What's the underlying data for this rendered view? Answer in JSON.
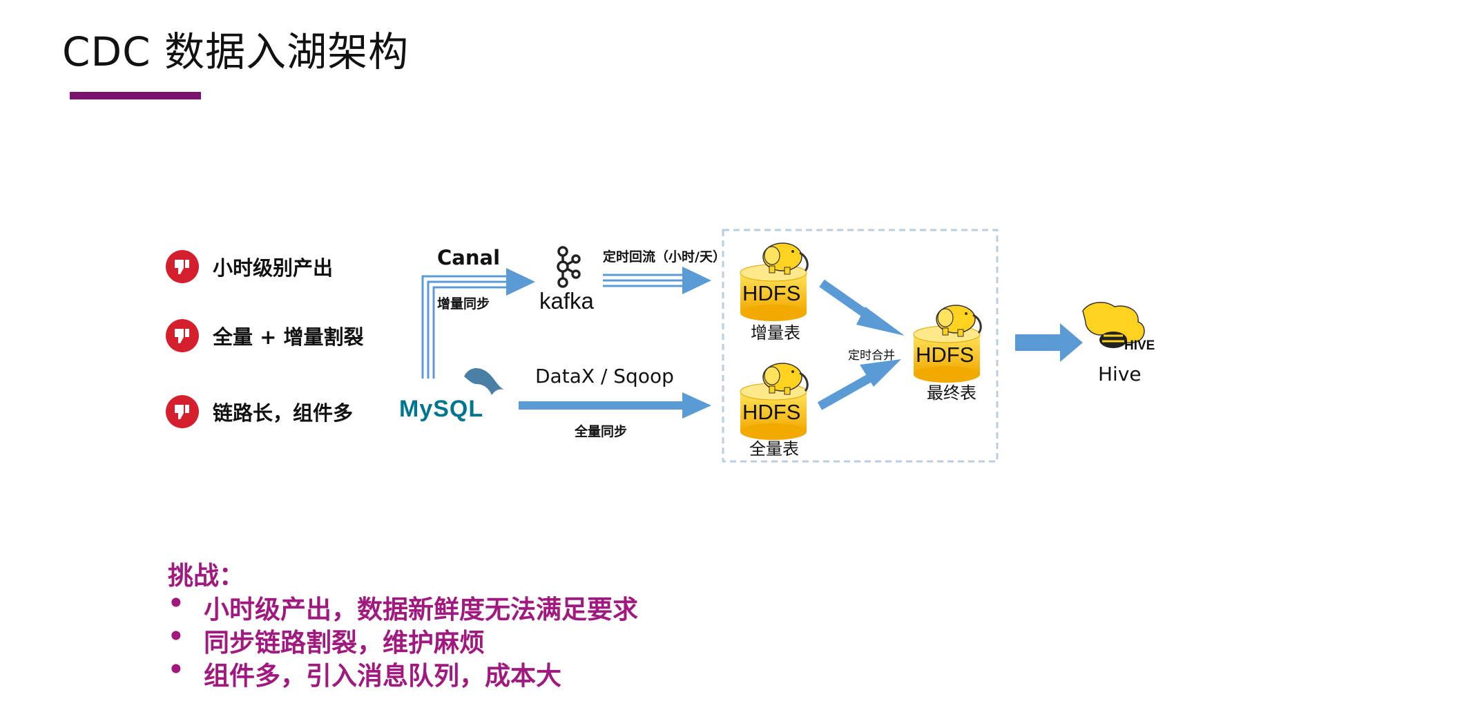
{
  "slide": {
    "title": "CDC 数据入湖架构",
    "accent_color": "#7b146d"
  },
  "cons": [
    {
      "icon": "thumbs-down-icon",
      "text": "小时级别产出"
    },
    {
      "icon": "thumbs-down-icon",
      "text": "全量 + 增量割裂"
    },
    {
      "icon": "thumbs-down-icon",
      "text": "链路长，组件多"
    }
  ],
  "diagram": {
    "canal_label": "Canal",
    "incremental_sync_label": "增量同步",
    "kafka_label": "kafka",
    "mysql_label": "MySQL",
    "datax_label": "DataX / Sqoop",
    "full_sync_label": "全量同步",
    "scheduled_backflow_label": "定时回流（小时/天）",
    "hdfs_incremental": {
      "db_label": "HDFS",
      "caption": "增量表"
    },
    "hdfs_full": {
      "db_label": "HDFS",
      "caption": "全量表"
    },
    "merge_label": "定时合并",
    "hdfs_final": {
      "db_label": "HDFS",
      "caption": "最终表"
    },
    "hive_logo_text": "HIVE",
    "hive_label": "Hive",
    "arrow_color": "#5b9bd5"
  },
  "challenges": {
    "title": "挑战：",
    "bullet": "•",
    "items": [
      "小时级产出，数据新鲜度无法满足要求",
      "同步链路割裂，维护麻烦",
      "组件多，引入消息队列，成本大"
    ],
    "color": "#a0197f"
  }
}
